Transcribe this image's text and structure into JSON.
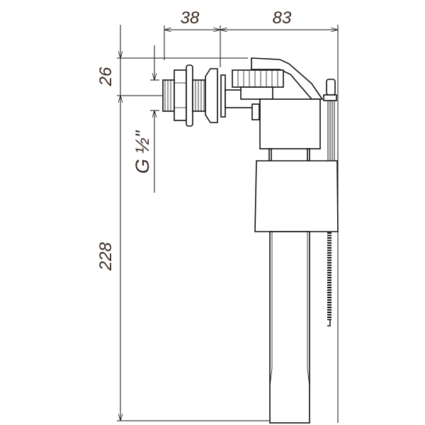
{
  "drawing": {
    "dimensions": {
      "inlet_offset": "38",
      "body_width": "83",
      "top_to_inlet": "26",
      "thread": "G ½\"",
      "height": "228"
    },
    "colors": {
      "line": "#111111",
      "dimension_text": "#3a2a22"
    }
  }
}
